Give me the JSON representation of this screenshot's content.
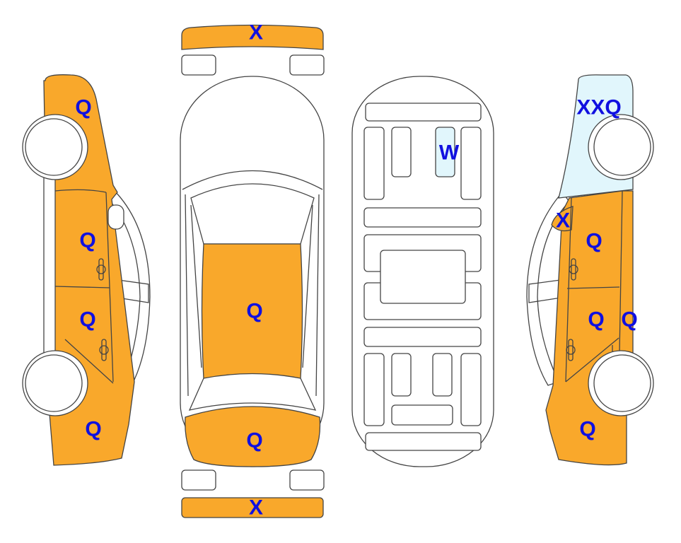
{
  "colors": {
    "damaged": "#F9A82B",
    "glass_marked": "#E1F6FC",
    "mark_text": "#1010E0",
    "outline": "#444444"
  },
  "left_side": {
    "front_fender": "Q",
    "front_door": "Q",
    "rear_door": "Q",
    "rear_quarter": "Q"
  },
  "top_view": {
    "front_bumper": "X",
    "roof": "Q",
    "trunk": "Q",
    "rear_bumper": "X"
  },
  "interior": {
    "seat": "W"
  },
  "right_side": {
    "front_fender": "XXQ",
    "mirror": "X",
    "front_door": "Q",
    "rear_door": "Q",
    "rocker": "Q",
    "rear_quarter": "Q"
  }
}
